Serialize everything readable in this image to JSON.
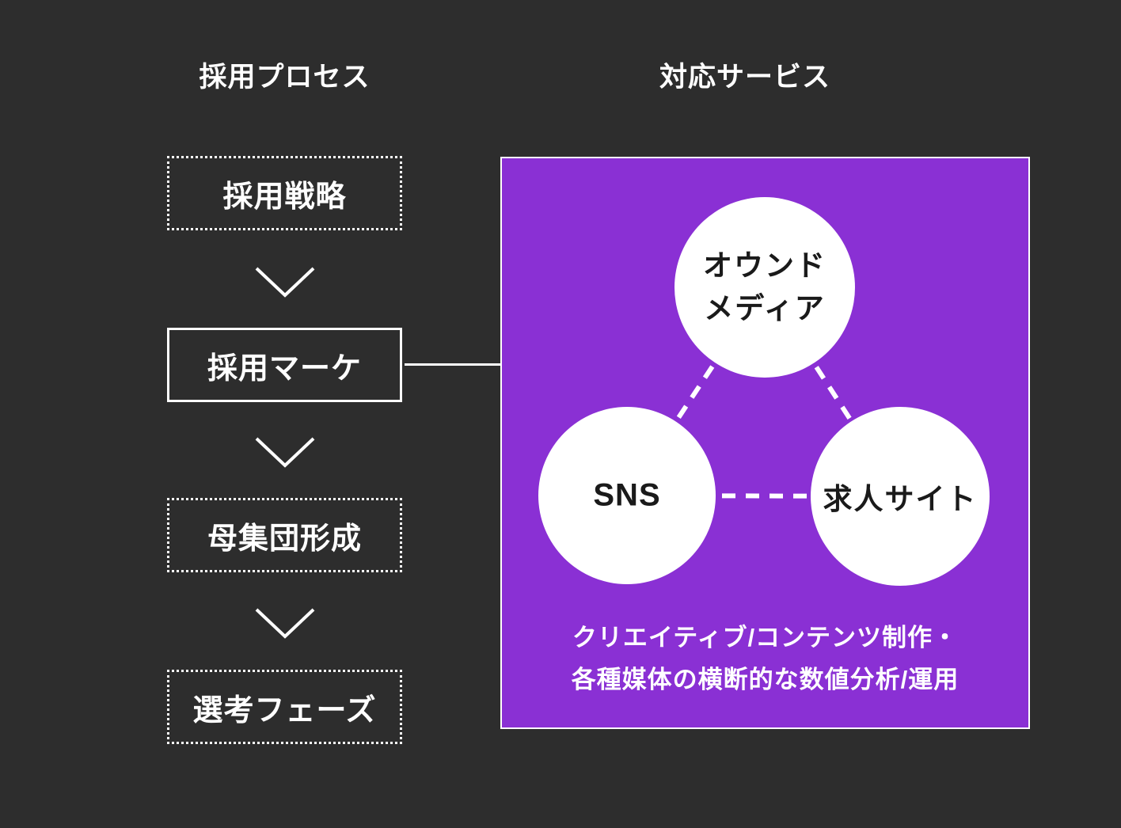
{
  "colors": {
    "background": "#2d2d2d",
    "panel_purple": "#8a30d4",
    "line_white": "#ffffff",
    "circle_text_black": "#1a1a1a"
  },
  "headers": {
    "process": "採用プロセス",
    "services": "対応サービス"
  },
  "process": {
    "steps": [
      {
        "label": "採用戦略"
      },
      {
        "label": "採用マーケ"
      },
      {
        "label": "母集団形成"
      },
      {
        "label": "選考フェーズ"
      }
    ]
  },
  "services": {
    "circles": {
      "owned_media": {
        "line1": "オウンド",
        "line2": "メディア"
      },
      "sns": {
        "label": "SNS"
      },
      "job_site": {
        "label": "求人サイト"
      }
    },
    "description": {
      "line1": "クリエイティブ/コンテンツ制作・",
      "line2": "各種媒体の横断的な数値分析/運用"
    }
  }
}
